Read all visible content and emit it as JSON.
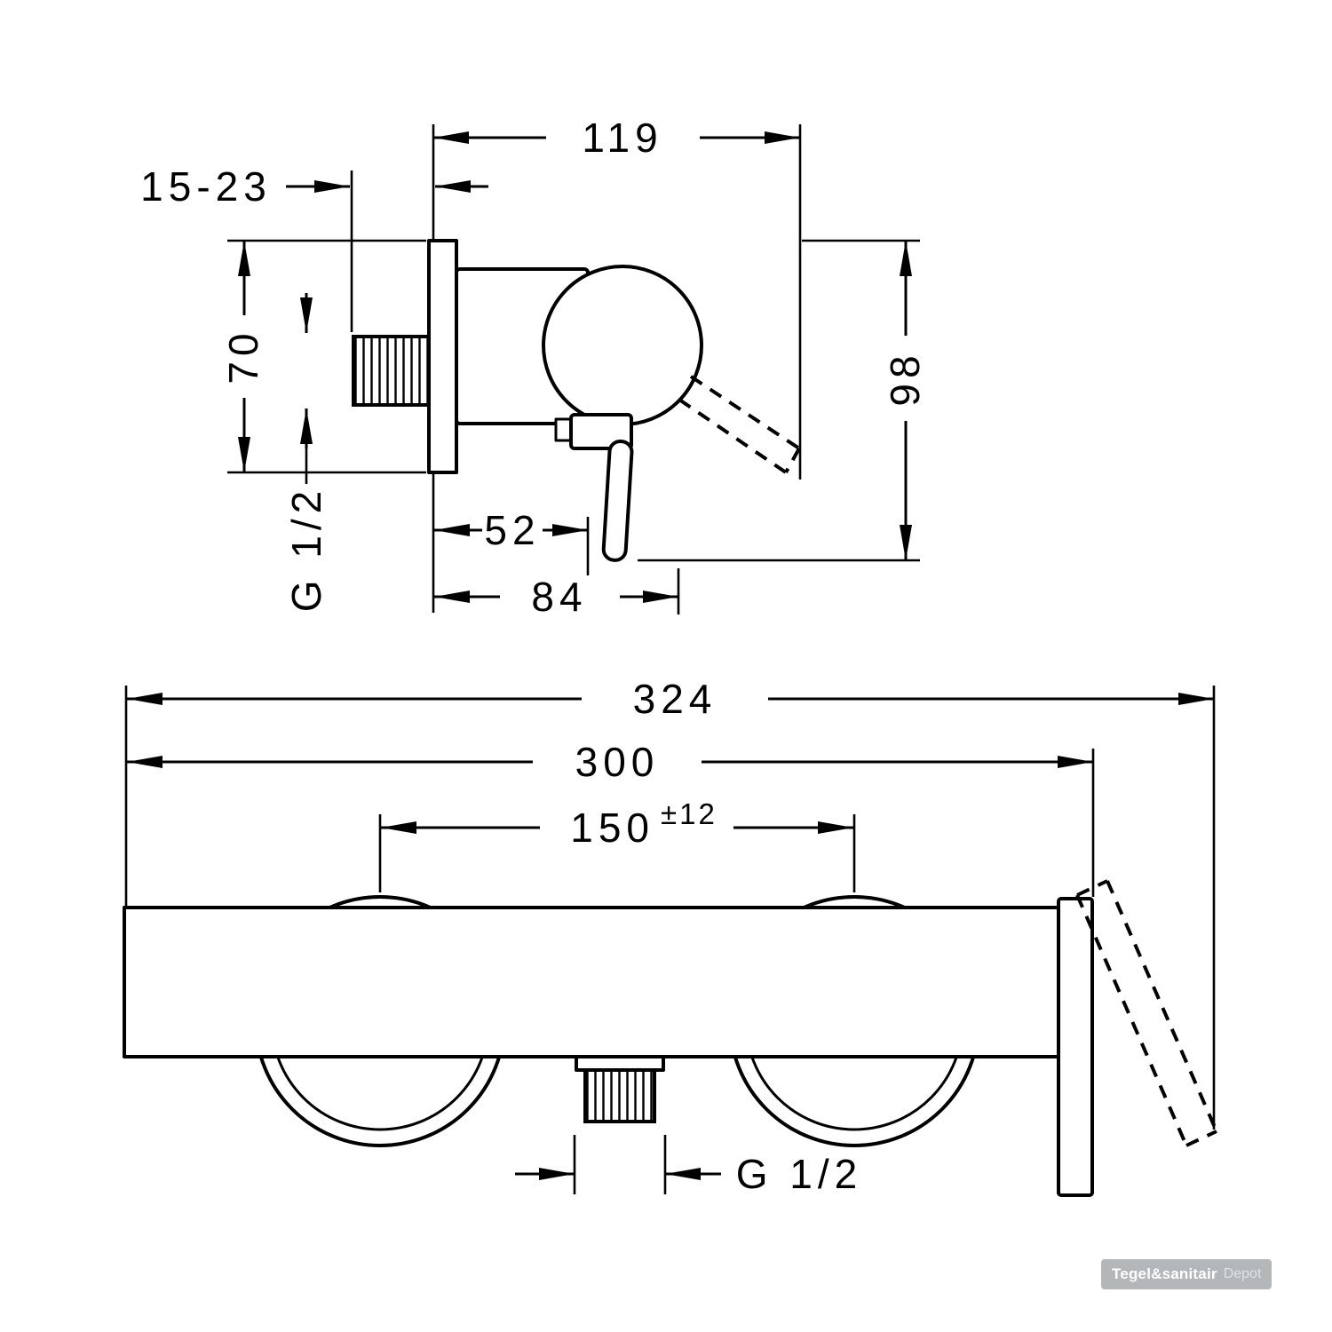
{
  "drawing": {
    "line_color": "#000000",
    "background_color": "#ffffff",
    "side_view": {
      "dim_overall_depth_top": "119",
      "dim_wall_adjust": "15-23",
      "dim_escutcheon_height": "70",
      "dim_inlet_thread": "G 1/2",
      "dim_depth_52": "52",
      "dim_depth_84": "84",
      "dim_height": "98"
    },
    "front_view": {
      "dim_overall_width": "324",
      "dim_body_width": "300",
      "dim_connection_centers": "150",
      "dim_connection_tolerance": "±12",
      "dim_outlet_thread": "G 1/2"
    }
  },
  "watermark": {
    "brand": "Tegel&sanitair",
    "suffix": "Depot"
  }
}
